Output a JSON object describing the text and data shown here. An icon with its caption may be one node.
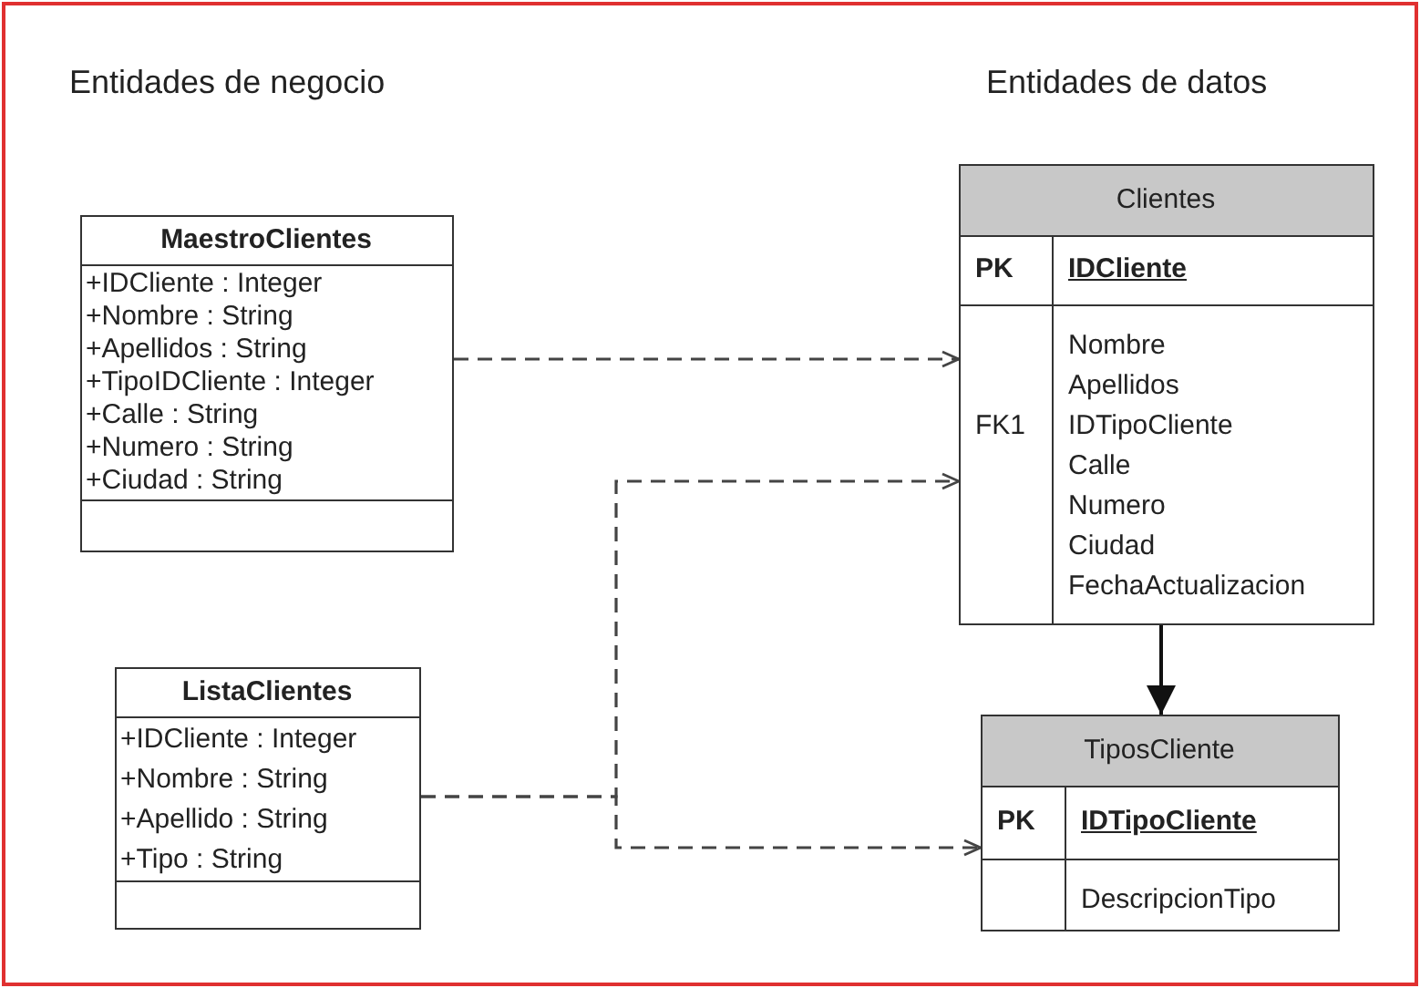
{
  "diagram": {
    "nodes": [
      {
        "text": [
          "MaestroClientes",
          "+IDCliente : Integer",
          "+Nombre : String",
          "+Apellidos : String",
          "+TipoIDCliente : Integer",
          "+Calle : String",
          "+Numero : String",
          "+Ciudad : String"
        ]
      },
      {
        "text": [
          "ListaClientes",
          "+IDCliente : Integer",
          "+Nombre : String",
          "+Apellido : String",
          "+Tipo : String"
        ]
      },
      {
        "text": [
          "Clientes",
          "PK",
          "IDCliente",
          "FK1",
          "Nombre",
          "Apellidos",
          "IDTipoCliente",
          "Calle",
          "Numero",
          "Ciudad",
          "FechaActualizacion"
        ]
      },
      {
        "text": [
          "TiposCliente",
          "PK",
          "IDTipoCliente",
          "DescripcionTipo"
        ]
      }
    ],
    "edges": [
      {
        "from": 0,
        "to": 2,
        "arrow": "to",
        "style": "dashed"
      },
      {
        "from": 1,
        "to": 2,
        "arrow": "to",
        "style": "dashed"
      },
      {
        "from": 1,
        "to": 3,
        "arrow": "to",
        "style": "dashed"
      },
      {
        "from": 2,
        "to": 3,
        "arrow": "to"
      }
    ],
    "labels": [
      "Entidades de negocio",
      "Entidades de datos"
    ]
  }
}
